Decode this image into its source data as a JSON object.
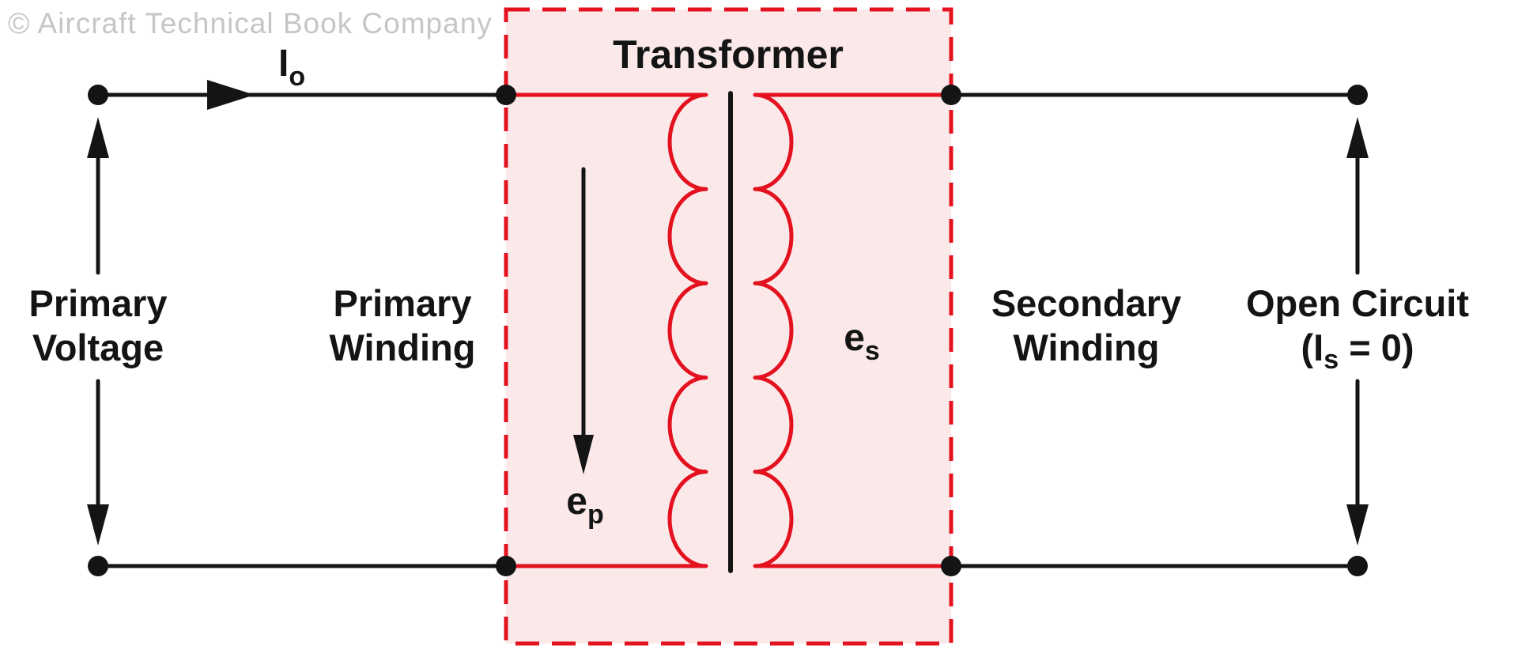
{
  "watermark": "© Aircraft Technical Book Company",
  "diagram": {
    "title": "Transformer",
    "current_label": {
      "base": "I",
      "sub": "o"
    },
    "primary_voltage": {
      "line1": "Primary",
      "line2": "Voltage"
    },
    "primary_winding": {
      "line1": "Primary",
      "line2": "Winding"
    },
    "secondary_winding": {
      "line1": "Secondary",
      "line2": "Winding"
    },
    "open_circuit": {
      "line1": "Open Circuit",
      "line2_pre": "(I",
      "line2_sub": "s",
      "line2_post": " = 0)"
    },
    "primary_emf": {
      "base": "e",
      "sub": "p"
    },
    "secondary_emf": {
      "base": "e",
      "sub": "s"
    }
  },
  "colors": {
    "red": "#e4111f",
    "light_pink_fill": "#fbe9ea",
    "black": "#141414",
    "watermark_gray": "#c6c6c6",
    "background": "#ffffff"
  }
}
